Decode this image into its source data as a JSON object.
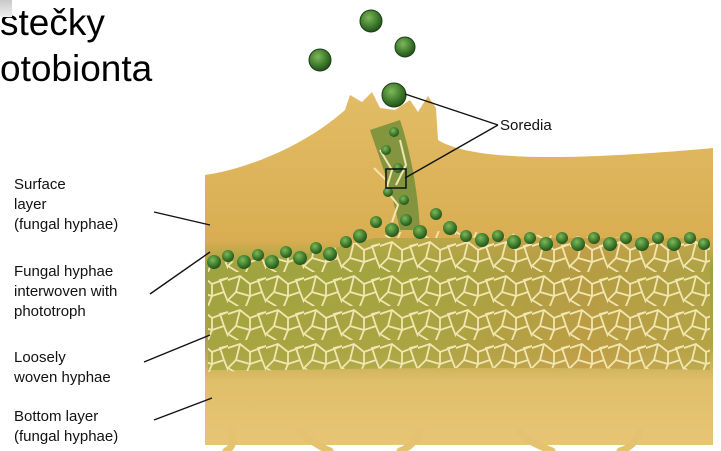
{
  "title_lines": [
    "stečky",
    "otobionta"
  ],
  "labels": {
    "soredia": "Soredia",
    "surface": [
      "Surface",
      "layer",
      "(fungal hyphae)"
    ],
    "phototroph": [
      "Fungal hyphae",
      "interwoven with",
      "phototroph"
    ],
    "loose": [
      "Loosely",
      "woven hyphae"
    ],
    "bottom": [
      "Bottom layer",
      "(fungal hyphae)"
    ]
  },
  "colors": {
    "cortex": "#ddb45e",
    "algae": "#3e7a2e",
    "medulla": "#a7a23f",
    "hyphae": "#f0e2a8"
  }
}
